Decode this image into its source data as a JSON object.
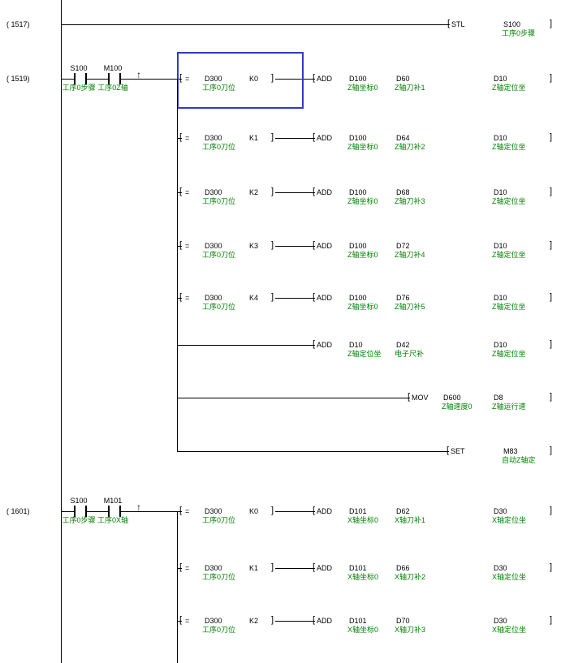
{
  "editor": {
    "type": "plc-ladder-diagram",
    "colors": {
      "wire": "#000000",
      "device_text": "#000000",
      "comment_text": "#008000",
      "selection_border": "#2f3cc3",
      "background": "#ffffff"
    }
  },
  "rungs": [
    {
      "step_label": "( 1517)",
      "contacts": [],
      "rising_edge": false,
      "rows": [
        {
          "instruction": {
            "op": "STL",
            "operands": [
              {
                "device": "S100",
                "comment": "工序0步骤"
              }
            ]
          }
        }
      ]
    },
    {
      "step_label": "( 1519)",
      "contacts": [
        {
          "device": "S100",
          "comment": "工序0步骤"
        },
        {
          "device": "M100",
          "comment": "工序0Z轴"
        }
      ],
      "rising_edge": true,
      "rows": [
        {
          "compare": {
            "op": "=",
            "s1": "D300",
            "s1_comment": "工序0刀位",
            "s2": "K0"
          },
          "selected": true,
          "instruction": {
            "op": "ADD",
            "operands": [
              {
                "device": "D100",
                "comment": "Z轴坐标0"
              },
              {
                "device": "D60",
                "comment": "Z轴刀补1"
              },
              {
                "device": "D10",
                "comment": "Z轴定位坐"
              }
            ]
          }
        },
        {
          "compare": {
            "op": "=",
            "s1": "D300",
            "s1_comment": "工序0刀位",
            "s2": "K1"
          },
          "instruction": {
            "op": "ADD",
            "operands": [
              {
                "device": "D100",
                "comment": "Z轴坐标0"
              },
              {
                "device": "D64",
                "comment": "Z轴刀补2"
              },
              {
                "device": "D10",
                "comment": "Z轴定位坐"
              }
            ]
          }
        },
        {
          "compare": {
            "op": "=",
            "s1": "D300",
            "s1_comment": "工序0刀位",
            "s2": "K2"
          },
          "instruction": {
            "op": "ADD",
            "operands": [
              {
                "device": "D100",
                "comment": "Z轴坐标0"
              },
              {
                "device": "D68",
                "comment": "Z轴刀补3"
              },
              {
                "device": "D10",
                "comment": "Z轴定位坐"
              }
            ]
          }
        },
        {
          "compare": {
            "op": "=",
            "s1": "D300",
            "s1_comment": "工序0刀位",
            "s2": "K3"
          },
          "instruction": {
            "op": "ADD",
            "operands": [
              {
                "device": "D100",
                "comment": "Z轴坐标0"
              },
              {
                "device": "D72",
                "comment": "Z轴刀补4"
              },
              {
                "device": "D10",
                "comment": "Z轴定位坐"
              }
            ]
          }
        },
        {
          "compare": {
            "op": "=",
            "s1": "D300",
            "s1_comment": "工序0刀位",
            "s2": "K4"
          },
          "instruction": {
            "op": "ADD",
            "operands": [
              {
                "device": "D100",
                "comment": "Z轴坐标0"
              },
              {
                "device": "D76",
                "comment": "Z轴刀补5"
              },
              {
                "device": "D10",
                "comment": "Z轴定位坐"
              }
            ]
          }
        },
        {
          "instruction": {
            "op": "ADD",
            "operands": [
              {
                "device": "D10",
                "comment": "Z轴定位坐"
              },
              {
                "device": "D42",
                "comment": "电子尺补"
              },
              {
                "device": "D10",
                "comment": "Z轴定位坐"
              }
            ]
          }
        },
        {
          "instruction": {
            "op": "MOV",
            "operands": [
              {
                "device": "D600",
                "comment": "Z轴速度0"
              },
              {
                "device": "D8",
                "comment": "Z轴运行速"
              }
            ]
          }
        },
        {
          "instruction": {
            "op": "SET",
            "operands": [
              {
                "device": "M83",
                "comment": "自动Z轴定"
              }
            ]
          }
        }
      ]
    },
    {
      "step_label": "( 1601)",
      "contacts": [
        {
          "device": "S100",
          "comment": "工序0步骤"
        },
        {
          "device": "M101",
          "comment": "工序0X轴"
        }
      ],
      "rising_edge": true,
      "rows": [
        {
          "compare": {
            "op": "=",
            "s1": "D300",
            "s1_comment": "工序0刀位",
            "s2": "K0"
          },
          "instruction": {
            "op": "ADD",
            "operands": [
              {
                "device": "D101",
                "comment": "X轴坐标0"
              },
              {
                "device": "D62",
                "comment": "X轴刀补1"
              },
              {
                "device": "D30",
                "comment": "X轴定位坐"
              }
            ]
          }
        },
        {
          "compare": {
            "op": "=",
            "s1": "D300",
            "s1_comment": "工序0刀位",
            "s2": "K1"
          },
          "instruction": {
            "op": "ADD",
            "operands": [
              {
                "device": "D101",
                "comment": "X轴坐标0"
              },
              {
                "device": "D66",
                "comment": "X轴刀补2"
              },
              {
                "device": "D30",
                "comment": "X轴定位坐"
              }
            ]
          }
        },
        {
          "compare": {
            "op": "=",
            "s1": "D300",
            "s1_comment": "工序0刀位",
            "s2": "K2"
          },
          "instruction": {
            "op": "ADD",
            "operands": [
              {
                "device": "D101",
                "comment": "X轴坐标0"
              },
              {
                "device": "D70",
                "comment": "X轴刀补3"
              },
              {
                "device": "D30",
                "comment": "X轴定位坐"
              }
            ]
          }
        }
      ]
    }
  ]
}
